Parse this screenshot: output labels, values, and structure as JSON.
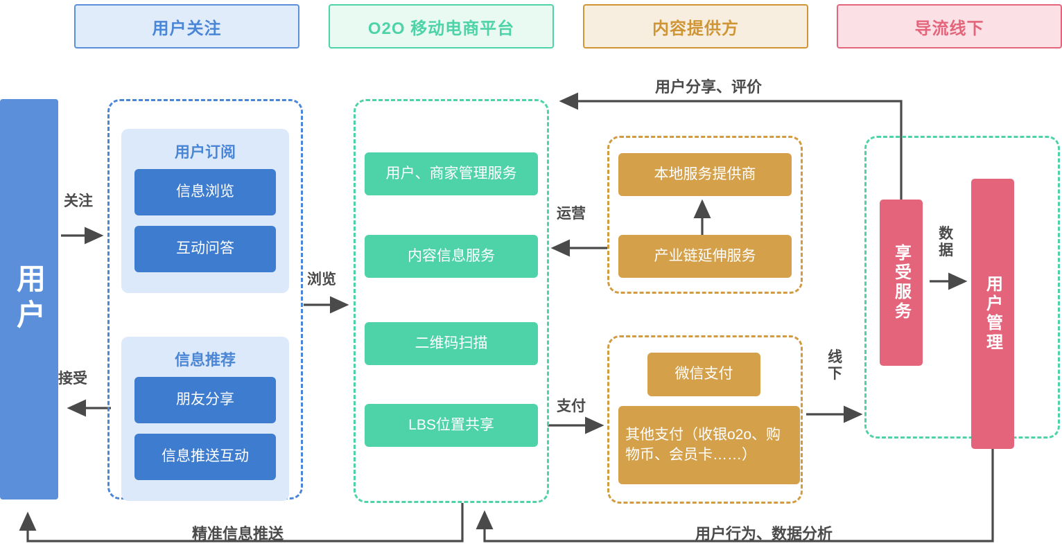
{
  "legend": [
    {
      "label": "用户关注",
      "color": "#4a86d6"
    },
    {
      "label": "O2O 移动电商平台",
      "color": "#4ed3a8"
    },
    {
      "label": "内容提供方",
      "color": "#cf9535"
    },
    {
      "label": "导流线下",
      "color": "#e4657b"
    }
  ],
  "user": {
    "label": "用户"
  },
  "user_focus": {
    "subscribe": {
      "title": "用户订阅",
      "items": [
        "信息浏览",
        "互动问答"
      ]
    },
    "recommend": {
      "title": "信息推荐",
      "items": [
        "朋友分享",
        "信息推送互动"
      ]
    }
  },
  "platform": {
    "items": [
      "用户、商家管理服务",
      "内容信息服务",
      "二维码扫描",
      "LBS位置共享"
    ]
  },
  "provider": {
    "operation": [
      "本地服务提供商",
      "产业链延伸服务"
    ],
    "payment": [
      "微信支付",
      "其他支付（收银o2o、购物币、会员卡……）"
    ]
  },
  "offline": {
    "enjoy_service": "享受服务",
    "user_manage": "用户管理"
  },
  "edges": {
    "follow": "关注",
    "accept": "接受",
    "browse": "浏览",
    "operate": "运营",
    "pay": "支付",
    "offline": "线下",
    "data": "数据",
    "share_review": "用户分享、评价",
    "precise_push": "精准信息推送",
    "behavior_analysis": "用户行为、数据分析"
  }
}
